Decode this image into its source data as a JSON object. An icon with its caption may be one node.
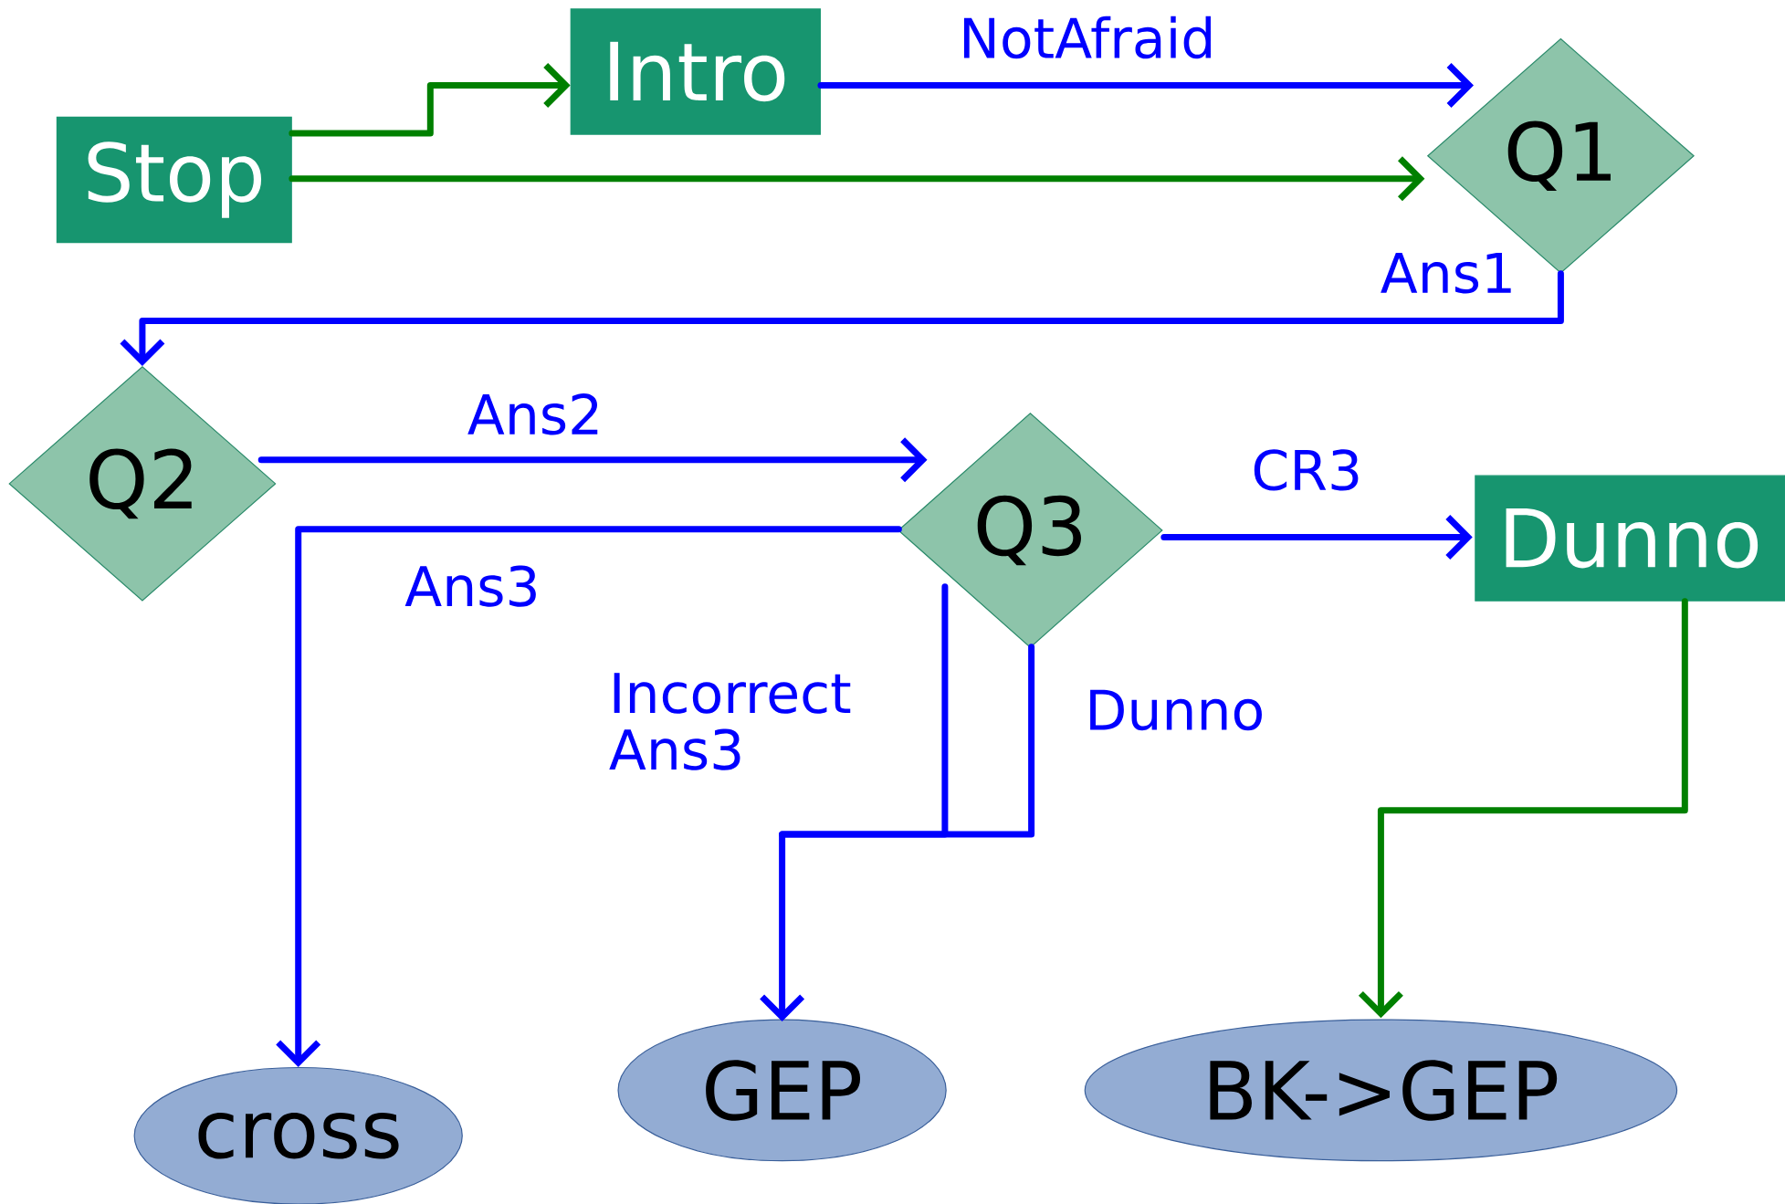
{
  "diagram": {
    "nodes": [
      {
        "text": [
          "Stop"
        ]
      },
      {
        "text": [
          "Intro"
        ]
      },
      {
        "text": [
          "Q1"
        ]
      },
      {
        "text": [
          "Q2"
        ]
      },
      {
        "text": [
          "Q3"
        ]
      },
      {
        "text": [
          "Dunno"
        ]
      },
      {
        "text": [
          "cross"
        ]
      },
      {
        "text": [
          "GEP"
        ]
      },
      {
        "text": [
          "BK->GEP"
        ]
      }
    ],
    "edges": [
      {
        "from": 0,
        "to": 1,
        "arrow": "to",
        "color": "#008000"
      },
      {
        "from": 1,
        "to": 2,
        "arrow": "to",
        "label": "NotAfraid"
      },
      {
        "from": 0,
        "to": 2,
        "arrow": "to",
        "color": "#008000"
      },
      {
        "from": 2,
        "to": 3,
        "arrow": "to",
        "label": "Ans1"
      },
      {
        "from": 3,
        "to": 4,
        "arrow": "to",
        "label": "Ans2"
      },
      {
        "from": 4,
        "to": 6,
        "arrow": "to",
        "label": "Ans3"
      },
      {
        "from": 4,
        "to": 7,
        "arrow": "to",
        "label": "Incorrect Ans3"
      },
      {
        "from": 4,
        "to": 7,
        "arrow": "to",
        "label": "Dunno"
      },
      {
        "from": 4,
        "to": 5,
        "arrow": "to",
        "label": "CR3"
      },
      {
        "from": 5,
        "to": 8,
        "arrow": "to",
        "color": "#008000"
      }
    ]
  }
}
